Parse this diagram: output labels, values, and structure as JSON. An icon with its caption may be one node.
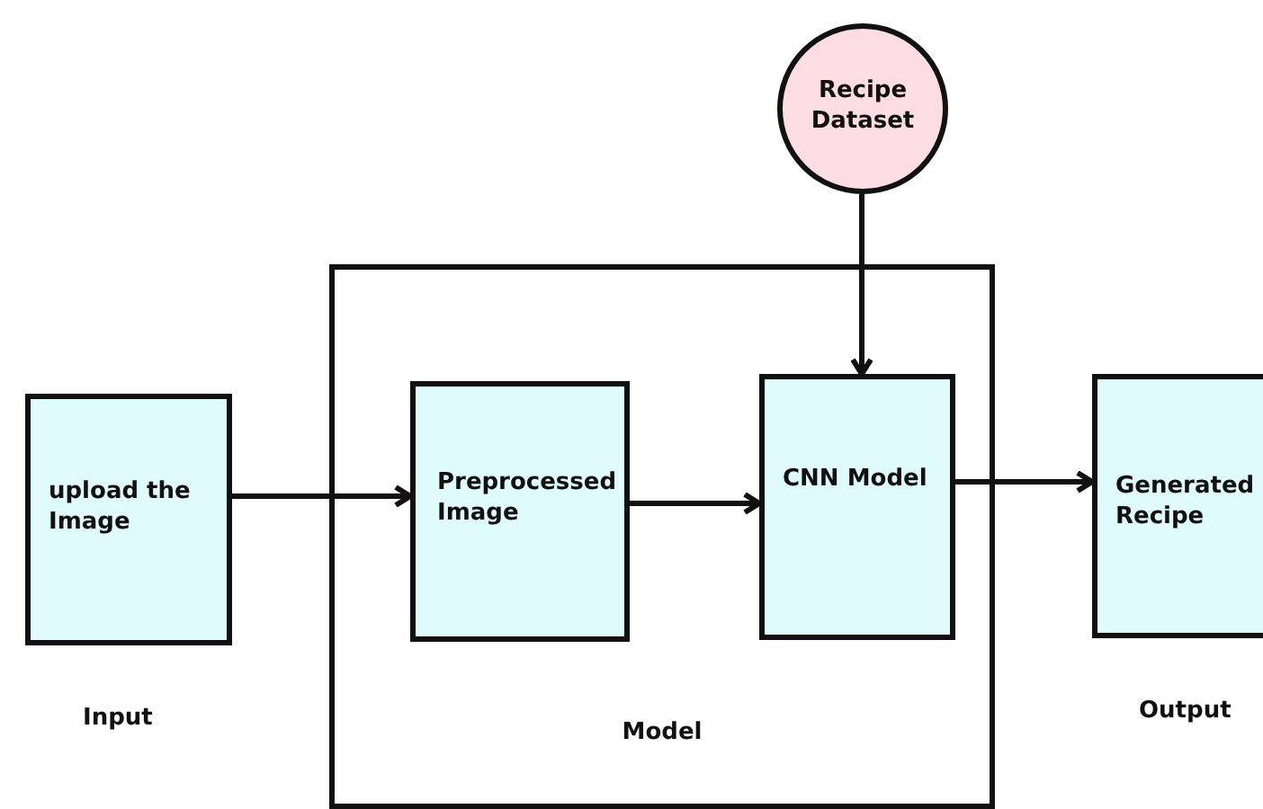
{
  "diagram": {
    "nodes": [
      {
        "text": [
          "upload the Image"
        ],
        "beside": [
          "Input"
        ]
      },
      {
        "text": [
          "Model"
        ]
      },
      {
        "text": [
          "Preprocessed Image"
        ],
        "in": 1
      },
      {
        "text": [
          "CNN Model"
        ],
        "in": 1
      },
      {
        "text": [
          "Generated Recipe"
        ],
        "beside": [
          "Output"
        ]
      },
      {
        "text": [
          "Recipe Dataset"
        ]
      }
    ],
    "edges": [
      {
        "from": 0,
        "to": 2,
        "arrow": "to"
      },
      {
        "from": 2,
        "to": 3,
        "arrow": "to"
      },
      {
        "from": 3,
        "to": 4,
        "arrow": "to"
      },
      {
        "from": 5,
        "to": 3,
        "arrow": "to"
      }
    ]
  }
}
